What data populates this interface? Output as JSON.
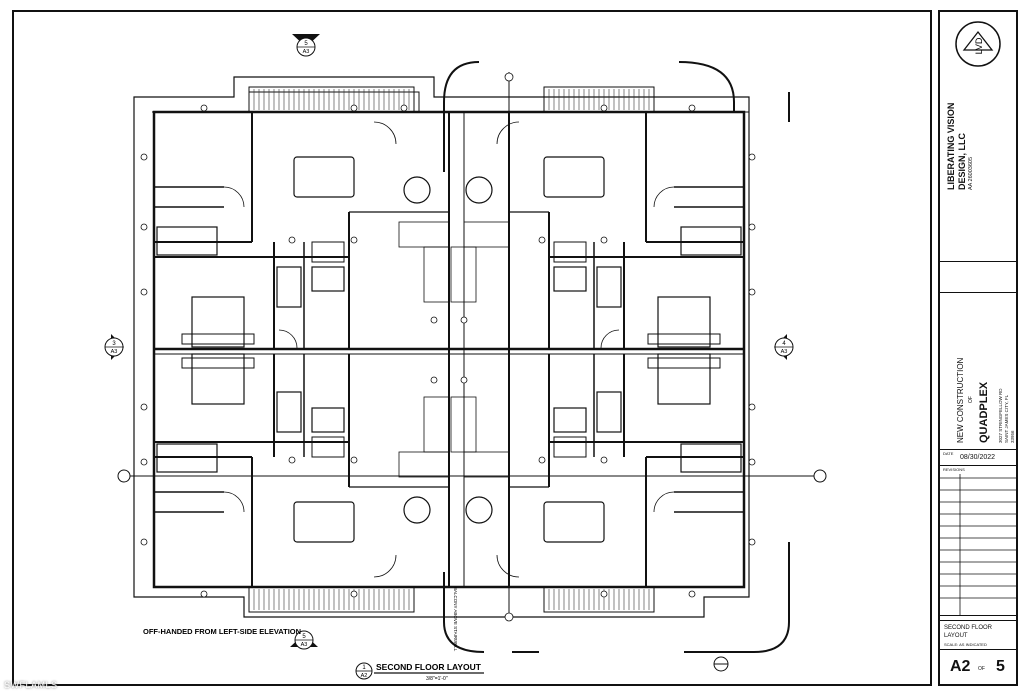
{
  "drawing": {
    "title": "SECOND FLOOR LAYOUT",
    "title_scale": "3/8\"=1'-0\"",
    "title_callout_num": "1",
    "title_callout_sheet": "A2",
    "note_offhand": "OFF-HANDED FROM LEFT-SIDE ELEVATION",
    "balcony_note": "BALCONY\nABOVE\nSTAIRWELL",
    "callouts": [
      {
        "id": "callout-5-top",
        "num": "5",
        "sheet": "A3"
      },
      {
        "id": "callout-3-left",
        "num": "3",
        "sheet": "A3"
      },
      {
        "id": "callout-4-right",
        "num": "4",
        "sheet": "A3"
      },
      {
        "id": "callout-5-bottom",
        "num": "5",
        "sheet": "A3"
      }
    ]
  },
  "title_block": {
    "company_name": "LIBERATING VISION",
    "company_name2": "DESIGN, LLC",
    "license": "AA 26003605",
    "logo_text": "LVD",
    "project_line1": "NEW CONSTRUCTION",
    "project_of": "OF",
    "project_name": "QUADPLEX",
    "project_address": "3027 STRINGFELLOW RD",
    "project_city": "SAINT JAMES CITY, FL",
    "project_zip": "33956",
    "date_label": "DATE",
    "date": "08/30/2022",
    "revisions_label": "REVISIONS",
    "sheet_title": "SECOND FLOOR LAYOUT",
    "scale_note": "SCALE: AS INDICATED",
    "sheet_number": "A2",
    "of_label": "OF",
    "total_sheets": "5"
  },
  "watermark": "SWFLAMLS",
  "colors": {
    "line": "#111111",
    "background": "#ffffff",
    "accent": "#222222"
  }
}
